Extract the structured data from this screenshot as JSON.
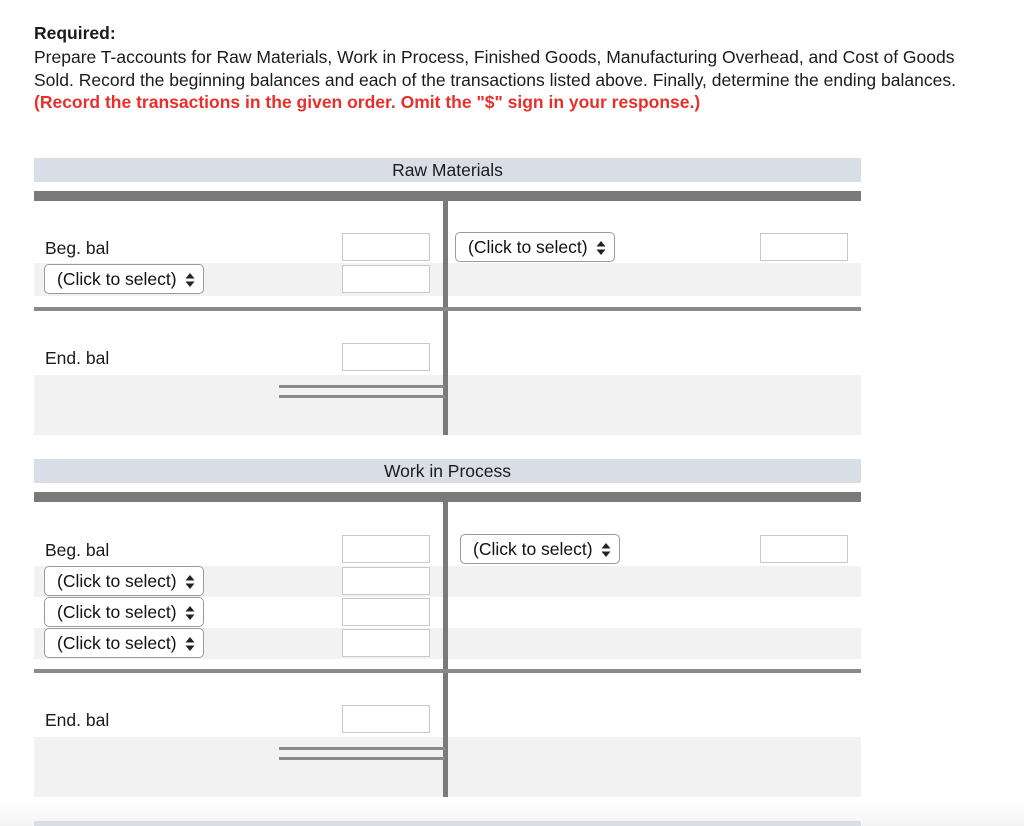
{
  "required": {
    "title": "Required:",
    "text": "Prepare T-accounts for Raw Materials, Work in Process, Finished Goods, Manufacturing Overhead, and Cost of Goods Sold. Record the beginning balances and each of the transactions listed above. Finally, determine the ending balances. ",
    "instruction": "(Record the transactions in the given order. Omit the \"$\" sign in your response.)"
  },
  "accounts": [
    {
      "title": "Raw Materials",
      "beg_label": "Beg. bal",
      "end_label": "End. bal",
      "debit_selects": [
        "(Click to select)"
      ],
      "credit_select": "(Click to select)"
    },
    {
      "title": "Work in Process",
      "beg_label": "Beg. bal",
      "end_label": "End. bal",
      "debit_selects": [
        "(Click to select)",
        "(Click to select)",
        "(Click to select)"
      ],
      "credit_select": "(Click to select)"
    }
  ],
  "icons": {
    "select_arrows": "up-down-arrows-icon"
  }
}
